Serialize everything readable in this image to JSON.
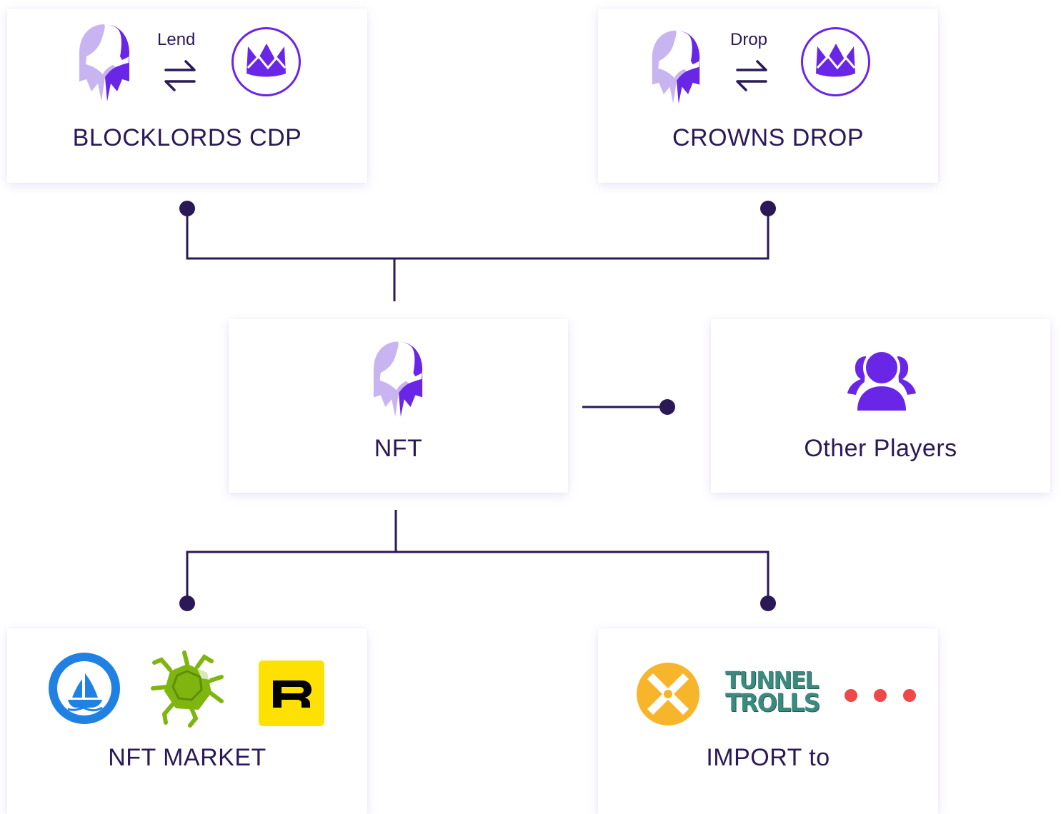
{
  "cards": {
    "cdp": {
      "title": "BLOCKLORDS CDP",
      "arrow_label": "Lend"
    },
    "drop": {
      "title": "CROWNS DROP",
      "arrow_label": "Drop"
    },
    "nft": {
      "title": "NFT"
    },
    "players": {
      "title": "Other Players"
    },
    "market": {
      "title": "NFT MARKET"
    },
    "import": {
      "title": "IMPORT to",
      "game_logo_text": [
        "TUNNEL",
        "TROLLS"
      ]
    }
  },
  "colors": {
    "line": "#2a1857",
    "accent": "#6a26e6",
    "accent_light": "#c8b4f0",
    "opensea": "#2081e2",
    "rarible": "#fee103",
    "bug": "#7eb50f",
    "x_logo": "#f7b52b",
    "dots": "#f04848"
  },
  "icons": [
    "helmet-icon",
    "swap-arrows-icon",
    "crown-coin-icon",
    "players-icon",
    "opensea-icon",
    "bug-icon",
    "rarible-icon",
    "x-logo-icon",
    "tunnel-trolls-logo",
    "more-dots-icon"
  ]
}
